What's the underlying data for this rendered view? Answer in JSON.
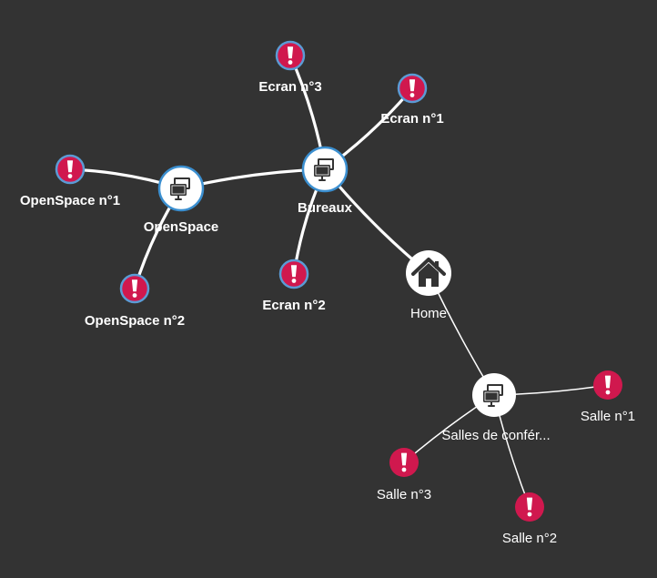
{
  "colors": {
    "background": "#333333",
    "edge": "#ffffff",
    "alert_fill": "#d0184e",
    "alert_ring": "#5b9bd5",
    "group_ring": "#3b8fd0",
    "node_fill": "#ffffff",
    "icon": "#333333"
  },
  "nodes": [
    {
      "id": "home",
      "label": "Home",
      "icon": "home-icon",
      "kind": "home"
    },
    {
      "id": "bureaux",
      "label": "Bureaux",
      "icon": "monitors-icon",
      "kind": "group"
    },
    {
      "id": "openspace",
      "label": "OpenSpace",
      "icon": "monitors-icon",
      "kind": "group"
    },
    {
      "id": "salles",
      "label": "Salles de confér...",
      "icon": "monitors-icon",
      "kind": "group-plain"
    },
    {
      "id": "ecran3",
      "label": "Ecran n°3",
      "icon": "exclamation-icon",
      "kind": "alert"
    },
    {
      "id": "ecran1",
      "label": "Ecran n°1",
      "icon": "exclamation-icon",
      "kind": "alert"
    },
    {
      "id": "ecran2",
      "label": "Ecran n°2",
      "icon": "exclamation-icon",
      "kind": "alert"
    },
    {
      "id": "os1",
      "label": "OpenSpace n°1",
      "icon": "exclamation-icon",
      "kind": "alert"
    },
    {
      "id": "os2",
      "label": "OpenSpace n°2",
      "icon": "exclamation-icon",
      "kind": "alert"
    },
    {
      "id": "salle1",
      "label": "Salle n°1",
      "icon": "exclamation-icon",
      "kind": "alert-plain"
    },
    {
      "id": "salle2",
      "label": "Salle n°2",
      "icon": "exclamation-icon",
      "kind": "alert-plain"
    },
    {
      "id": "salle3",
      "label": "Salle n°3",
      "icon": "exclamation-icon",
      "kind": "alert-plain"
    }
  ],
  "edges": [
    {
      "from": "bureaux",
      "to": "home",
      "weight": "heavy"
    },
    {
      "from": "bureaux",
      "to": "ecran3",
      "weight": "heavy"
    },
    {
      "from": "bureaux",
      "to": "ecran1",
      "weight": "heavy"
    },
    {
      "from": "bureaux",
      "to": "ecran2",
      "weight": "heavy"
    },
    {
      "from": "bureaux",
      "to": "openspace",
      "weight": "heavy"
    },
    {
      "from": "openspace",
      "to": "os1",
      "weight": "heavy"
    },
    {
      "from": "openspace",
      "to": "os2",
      "weight": "heavy"
    },
    {
      "from": "home",
      "to": "salles",
      "weight": "light"
    },
    {
      "from": "salles",
      "to": "salle1",
      "weight": "light"
    },
    {
      "from": "salles",
      "to": "salle2",
      "weight": "light"
    },
    {
      "from": "salles",
      "to": "salle3",
      "weight": "light"
    }
  ]
}
